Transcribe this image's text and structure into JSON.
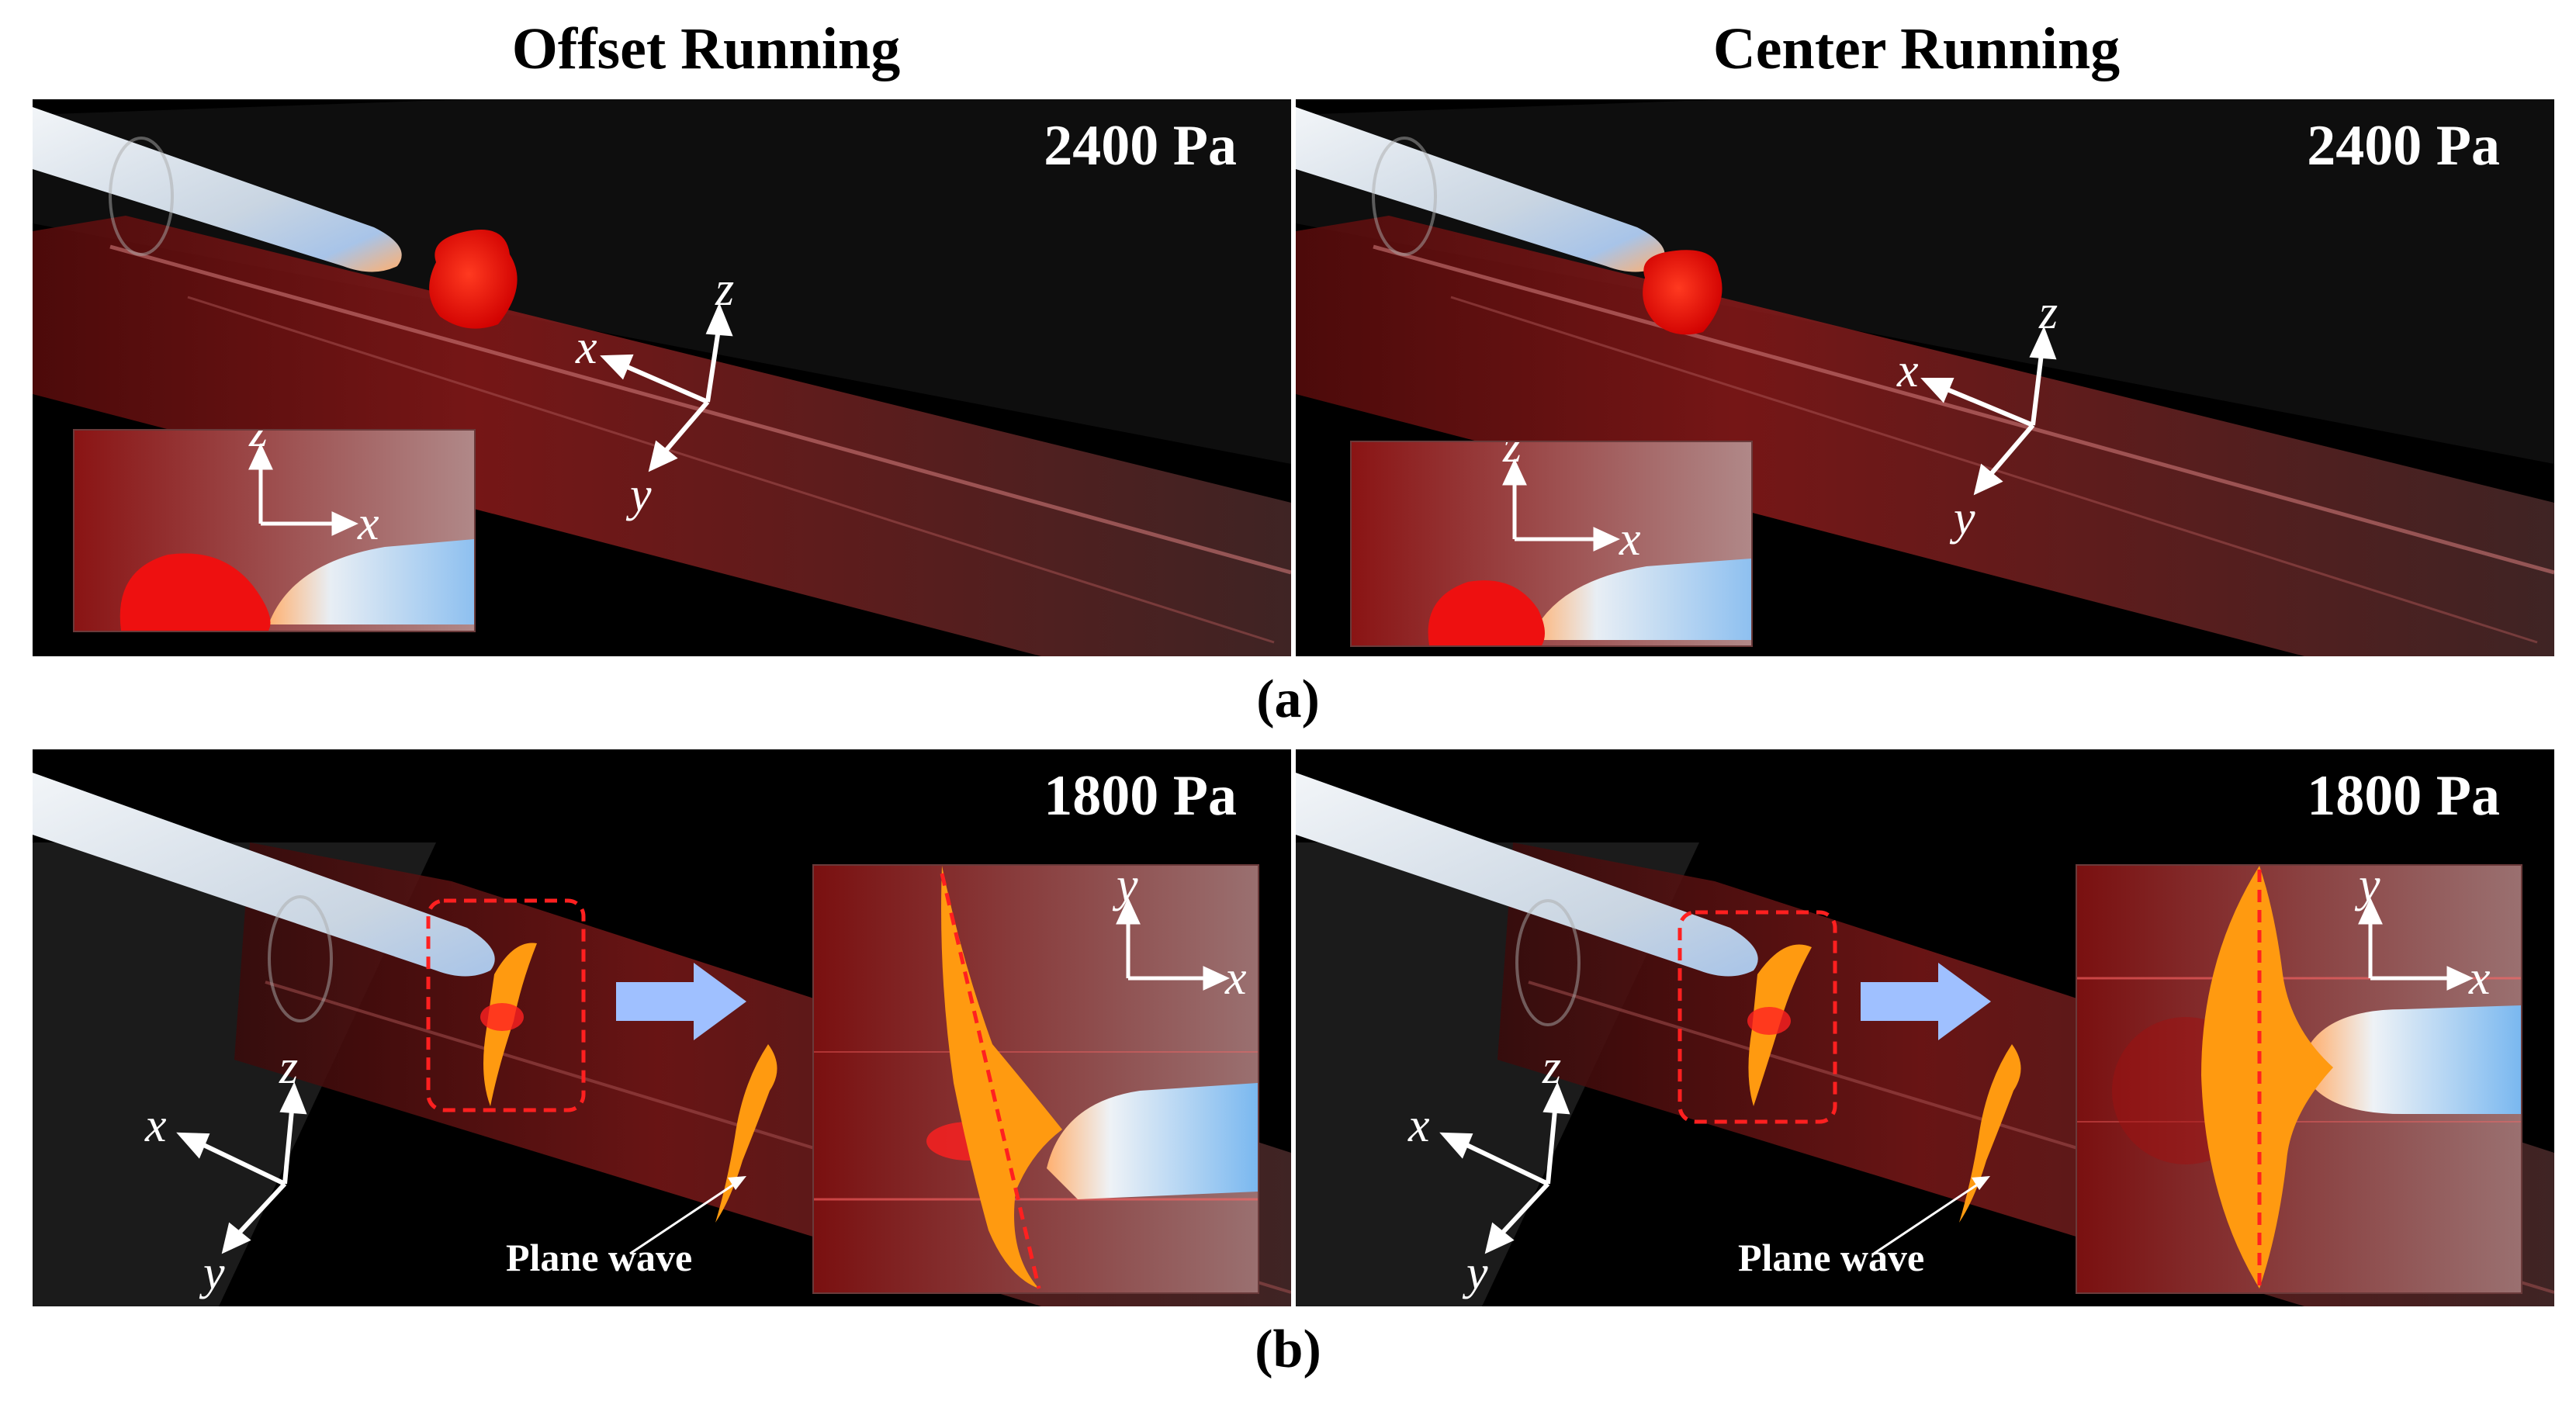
{
  "columns": {
    "left_title": "Offset Running",
    "right_title": "Center Running"
  },
  "rows": {
    "a_label": "(a)",
    "b_label": "(b)"
  },
  "panels": {
    "a_left": {
      "pressure": "2400 Pa"
    },
    "a_right": {
      "pressure": "2400 Pa"
    },
    "b_left": {
      "pressure": "1800 Pa",
      "annotation": "Plane wave"
    },
    "b_right": {
      "pressure": "1800 Pa",
      "annotation": "Plane wave"
    }
  },
  "axes": {
    "x": "x",
    "y": "y",
    "z": "z"
  },
  "colors": {
    "panel_bg": "#000000",
    "tunnel_red": "#8a1a1a",
    "high_pressure_red": "#ff1a10",
    "isosurface_orange": "#ff9a10",
    "train_white": "#dfe8f0",
    "highlight_box": "#ff2020",
    "arrow_blue": "#9fc0ff"
  }
}
